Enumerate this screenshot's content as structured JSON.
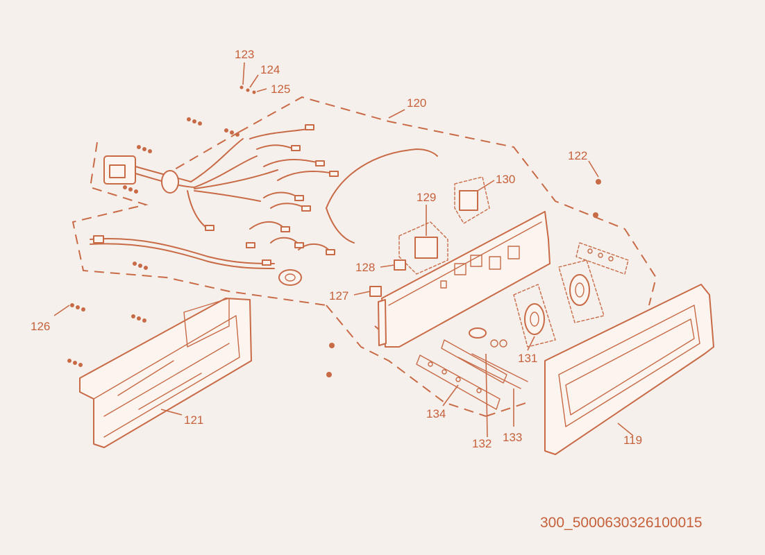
{
  "callouts": [
    {
      "id": "123",
      "label": "123"
    },
    {
      "id": "124",
      "label": "124"
    },
    {
      "id": "125",
      "label": "125"
    },
    {
      "id": "120",
      "label": "120"
    },
    {
      "id": "122",
      "label": "122"
    },
    {
      "id": "130",
      "label": "130"
    },
    {
      "id": "129",
      "label": "129"
    },
    {
      "id": "128",
      "label": "128"
    },
    {
      "id": "127",
      "label": "127"
    },
    {
      "id": "126",
      "label": "126"
    },
    {
      "id": "121",
      "label": "121"
    },
    {
      "id": "131",
      "label": "131"
    },
    {
      "id": "134",
      "label": "134"
    },
    {
      "id": "132",
      "label": "132"
    },
    {
      "id": "133",
      "label": "133"
    },
    {
      "id": "119",
      "label": "119"
    }
  ],
  "document_id": "300_5000630326100015",
  "colors": {
    "line": "#c86a46",
    "text": "#c5603a",
    "background": "#f6f0ec"
  }
}
